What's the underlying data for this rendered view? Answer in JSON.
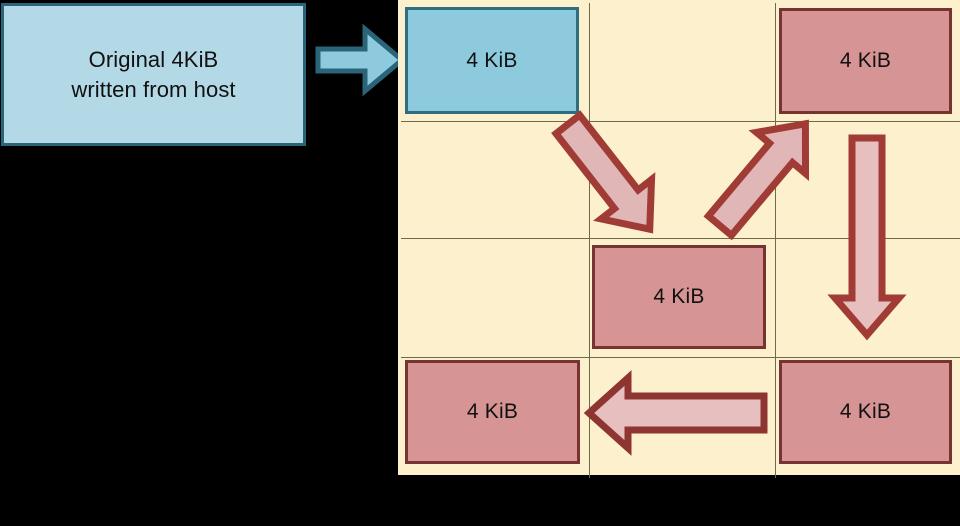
{
  "diagram": {
    "title": "SSD write amplification / garbage collection illustration",
    "background_color": "#000000"
  },
  "host": {
    "box_label": "Original 4KiB\nwritten from host",
    "box_line1": "Original 4KiB",
    "box_line2": "written from host",
    "fill_color": "#b3d9e6",
    "stroke_color": "#2a6479",
    "arrow_name": "host-write-arrow",
    "arrow_fill": "#8ecadd",
    "arrow_stroke": "#2a6479"
  },
  "grid": {
    "fill_color": "#fdf0cd",
    "line_color": "#6f6a4f",
    "columns": 3,
    "rows": 4
  },
  "pages": [
    {
      "id": "page-r1c1",
      "label": "4 KiB",
      "state": "valid",
      "row": 1,
      "col": 1,
      "fill": "#8ecadd",
      "stroke": "#2f6d80"
    },
    {
      "id": "page-r1c3",
      "label": "4 KiB",
      "state": "invalid",
      "row": 1,
      "col": 3,
      "fill": "#d79494",
      "stroke": "#78322f"
    },
    {
      "id": "page-r3c2",
      "label": "4 KiB",
      "state": "invalid",
      "row": 3,
      "col": 2,
      "fill": "#d79494",
      "stroke": "#78322f"
    },
    {
      "id": "page-r4c1",
      "label": "4 KiB",
      "state": "invalid",
      "row": 4,
      "col": 1,
      "fill": "#d79494",
      "stroke": "#78322f"
    },
    {
      "id": "page-r4c3",
      "label": "4 KiB",
      "state": "invalid",
      "row": 4,
      "col": 3,
      "fill": "#d79494",
      "stroke": "#78322f"
    }
  ],
  "move_arrows": [
    {
      "id": "arrow-down-right",
      "direction": "down-right",
      "fill": "#e0b6b6",
      "stroke": "#a03b36"
    },
    {
      "id": "arrow-up-right",
      "direction": "up-right",
      "fill": "#e0b6b6",
      "stroke": "#a03b36"
    },
    {
      "id": "arrow-down",
      "direction": "down",
      "fill": "#e7bfbf",
      "stroke": "#a03b36"
    },
    {
      "id": "arrow-left",
      "direction": "left",
      "fill": "#e7bfbf",
      "stroke": "#8f3531"
    }
  ]
}
